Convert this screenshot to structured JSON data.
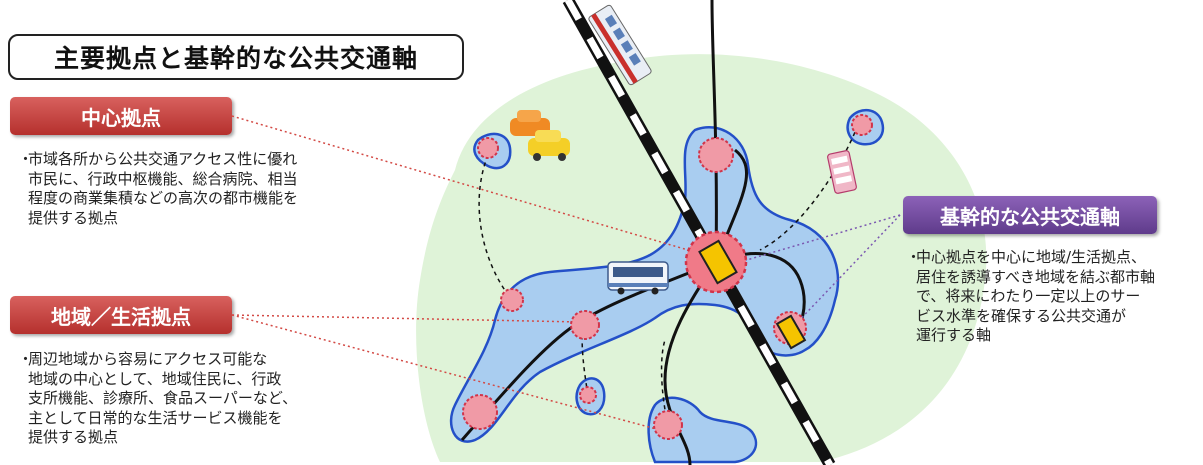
{
  "title": "主要拠点と基幹的な公共交通軸",
  "center_hub": {
    "label": "中心拠点",
    "description": [
      "市域各所から公共交通アクセス性に優れ",
      "市民に、行政中枢機能、総合病院、相当",
      "程度の商業集積などの高次の都市機能を",
      "提供する拠点"
    ]
  },
  "local_hub": {
    "label": "地域／生活拠点",
    "description": [
      "周辺地域から容易にアクセス可能な",
      "地域の中心として、地域住民に、行政",
      "支所機能、診療所、食品スーパーなど、",
      "主として日常的な生活サービス機能を",
      "提供する拠点"
    ]
  },
  "transit_axis": {
    "label": "基幹的な公共交通軸",
    "description": [
      "中心拠点を中心に地域/生活拠点、",
      "居住を誘導すべき地域を結ぶ都市軸",
      "で、将来にわたり一定以上のサー",
      "ビス水準を確保する公共交通が",
      "運行する軸"
    ]
  },
  "colors": {
    "hub_red": "#c0423f",
    "axis_purple": "#6d4a9a",
    "land_green": "#dff3d8",
    "zone_blue": "#a9cdf0",
    "zone_stroke": "#2450c8",
    "station_yellow": "#f5c400"
  },
  "icons": [
    "train-icon",
    "car-icon",
    "bus-icon",
    "tram-icon"
  ]
}
